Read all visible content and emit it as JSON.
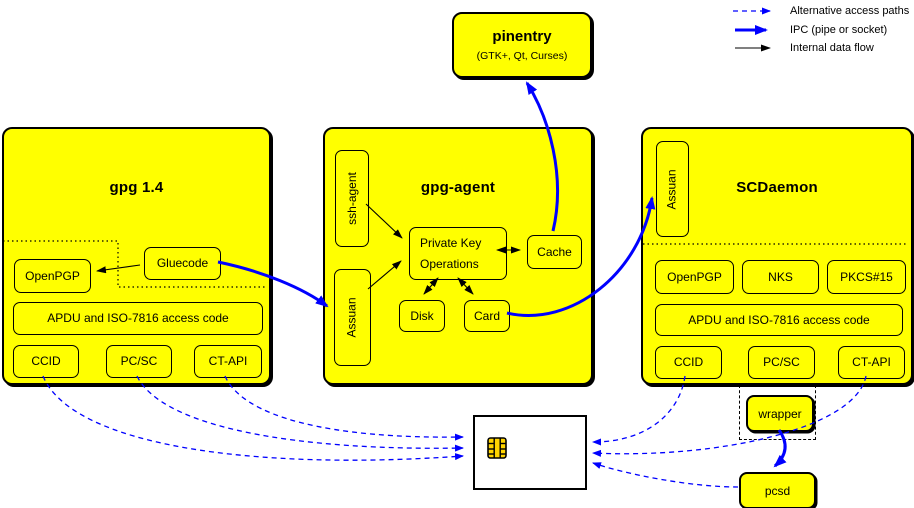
{
  "colors": {
    "background": "#ffffff",
    "box_fill": "#ffff00",
    "outline": "#000000",
    "arrow_blue": "#0000ff",
    "card_fill": "#ffffff",
    "chip_gold": "#ffd400"
  },
  "legend": {
    "alternative": "Alternative access paths",
    "ipc": "IPC (pipe or socket)",
    "internal": "Internal data flow"
  },
  "pinentry": {
    "title": "pinentry",
    "subtitle": "(GTK+, Qt, Curses)"
  },
  "gpg14": {
    "title": "gpg 1.4",
    "openpgp": "OpenPGP",
    "gluecode": "Gluecode",
    "apdu": "APDU and ISO-7816 access code",
    "ccid": "CCID",
    "pcsc": "PC/SC",
    "ctapi": "CT-API"
  },
  "gpg_agent": {
    "title": "gpg-agent",
    "ssh_agent": "ssh-agent",
    "assuan": "Assuan",
    "private_key_ops": "Private Key Operations",
    "cache": "Cache",
    "disk": "Disk",
    "card": "Card"
  },
  "scdaemon": {
    "title": "SCDaemon",
    "assuan": "Assuan",
    "openpgp": "OpenPGP",
    "nks": "NKS",
    "pkcs15": "PKCS#15",
    "apdu": "APDU and ISO-7816 access code",
    "ccid": "CCID",
    "pcsc": "PC/SC",
    "ctapi": "CT-API"
  },
  "external": {
    "wrapper": "wrapper",
    "pcsd": "pcsd"
  }
}
